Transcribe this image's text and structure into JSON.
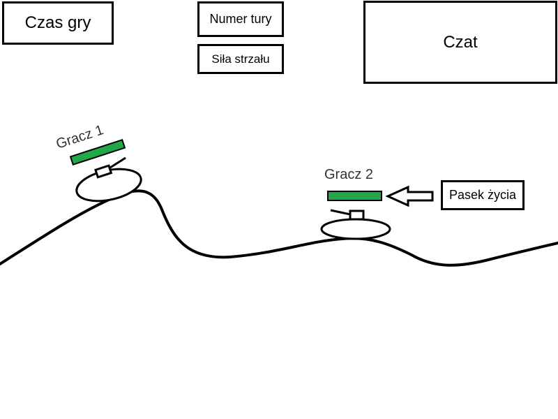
{
  "hud": {
    "game_time_label": "Czas gry",
    "turn_number_label": "Numer tury",
    "shot_power_label": "Siła strzału",
    "chat_label": "Czat"
  },
  "players": [
    {
      "name": "Gracz 1",
      "health_fraction": 1.0
    },
    {
      "name": "Gracz 2",
      "health_fraction": 1.0
    }
  ],
  "annotation": {
    "health_bar_label": "Pasek życia"
  },
  "colors": {
    "health_bar": "#22a84a",
    "outline": "#000000"
  }
}
